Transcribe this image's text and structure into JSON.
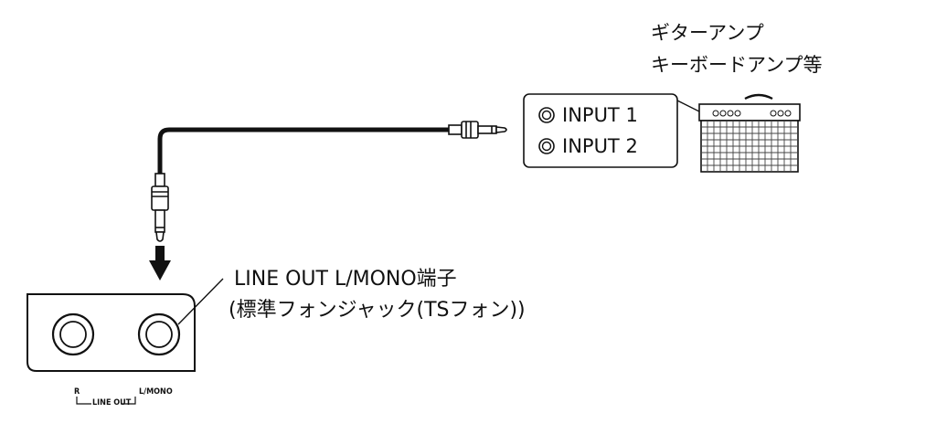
{
  "amp": {
    "title_line1": "ギターアンプ",
    "title_line2": "キーボードアンプ等"
  },
  "inputs": [
    {
      "label": "INPUT 1"
    },
    {
      "label": "INPUT 2"
    }
  ],
  "jack": {
    "label_line1": "LINE OUT L/MONO端子",
    "label_line2": "(標準フォンジャック(TSフォン))"
  },
  "panel": {
    "left_label": "R",
    "right_label": "L/MONO",
    "group_label": "LINE OUT"
  }
}
